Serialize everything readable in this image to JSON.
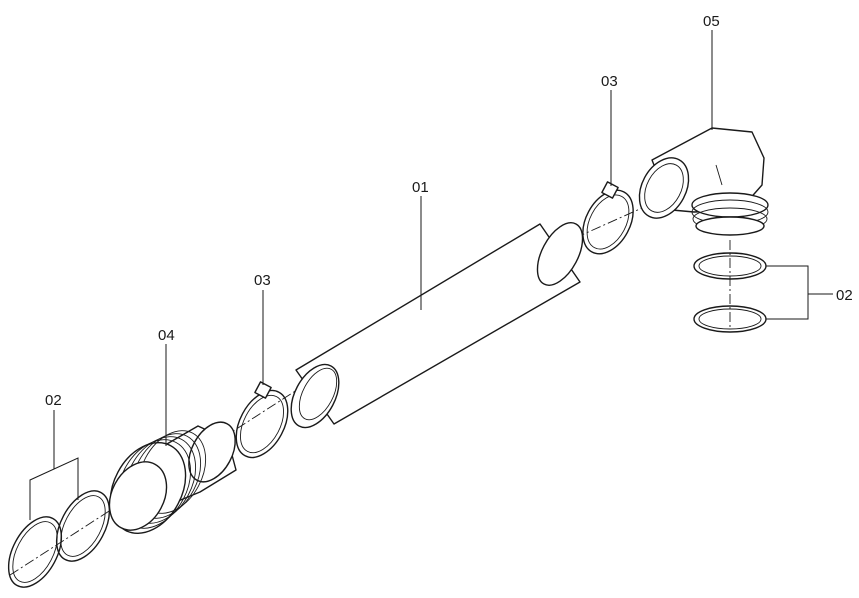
{
  "diagram": {
    "labels": {
      "part_01": "01",
      "part_02_left": "02",
      "part_02_right": "02",
      "part_03_left": "03",
      "part_03_right": "03",
      "part_04": "04",
      "part_05": "05"
    }
  }
}
